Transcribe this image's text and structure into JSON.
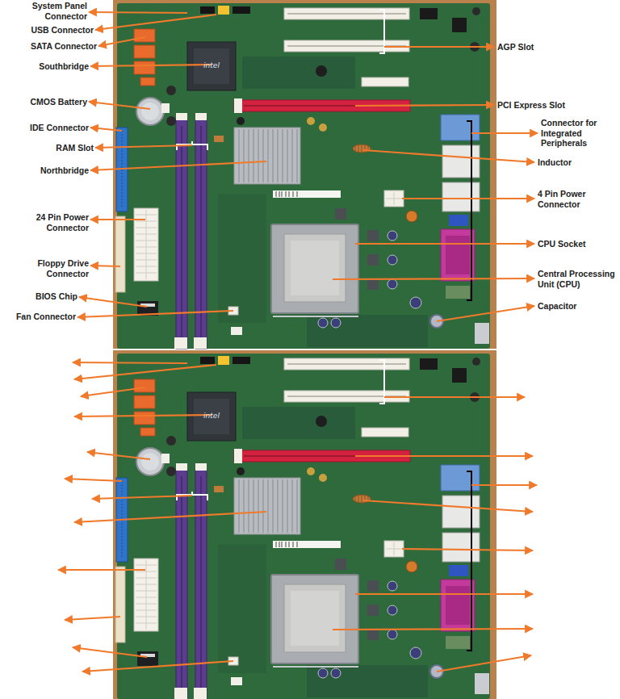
{
  "diagram": {
    "labels": [
      "System Panel Connector",
      "USB Connector",
      "SATA Connector",
      "Southbridge",
      "CMOS Battery",
      "IDE Connector",
      "RAM Slot",
      "Northbridge",
      "24 Pin Power Connector",
      "Floppy Drive Connector",
      "BIOS Chip",
      "Fan Connector",
      "AGP Slot",
      "PCI Express Slot",
      "Connector for Integrated Peripherals",
      "Inductor",
      "4 Pin Power Connector",
      "CPU Socket",
      "Central Processing Unit (CPU)",
      "Capacitor",
      "intel",
      "intel"
    ]
  }
}
